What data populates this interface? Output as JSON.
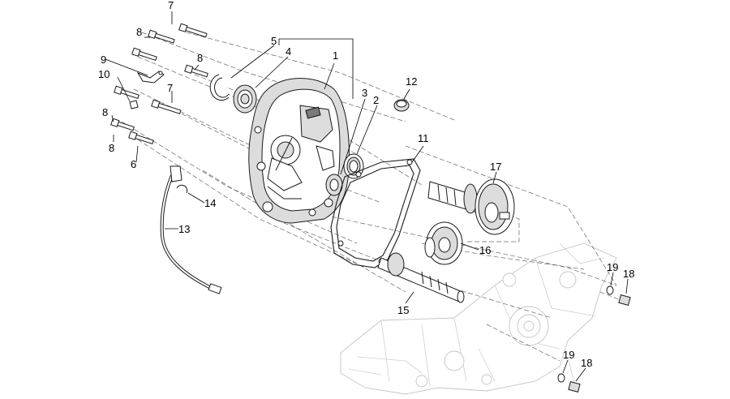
{
  "callouts": {
    "c1": "1",
    "c2": "2",
    "c3": "3",
    "c4": "4",
    "c5": "5",
    "c6": "6",
    "c7a": "7",
    "c7b": "7",
    "c8a": "8",
    "c8b": "8",
    "c8c": "8",
    "c8d": "8",
    "c9": "9",
    "c10": "10",
    "c11": "11",
    "c12": "12",
    "c13": "13",
    "c14": "14",
    "c15": "15",
    "c16": "16",
    "c17": "17",
    "c18a": "18",
    "c18b": "18",
    "c19a": "19",
    "c19b": "19"
  }
}
